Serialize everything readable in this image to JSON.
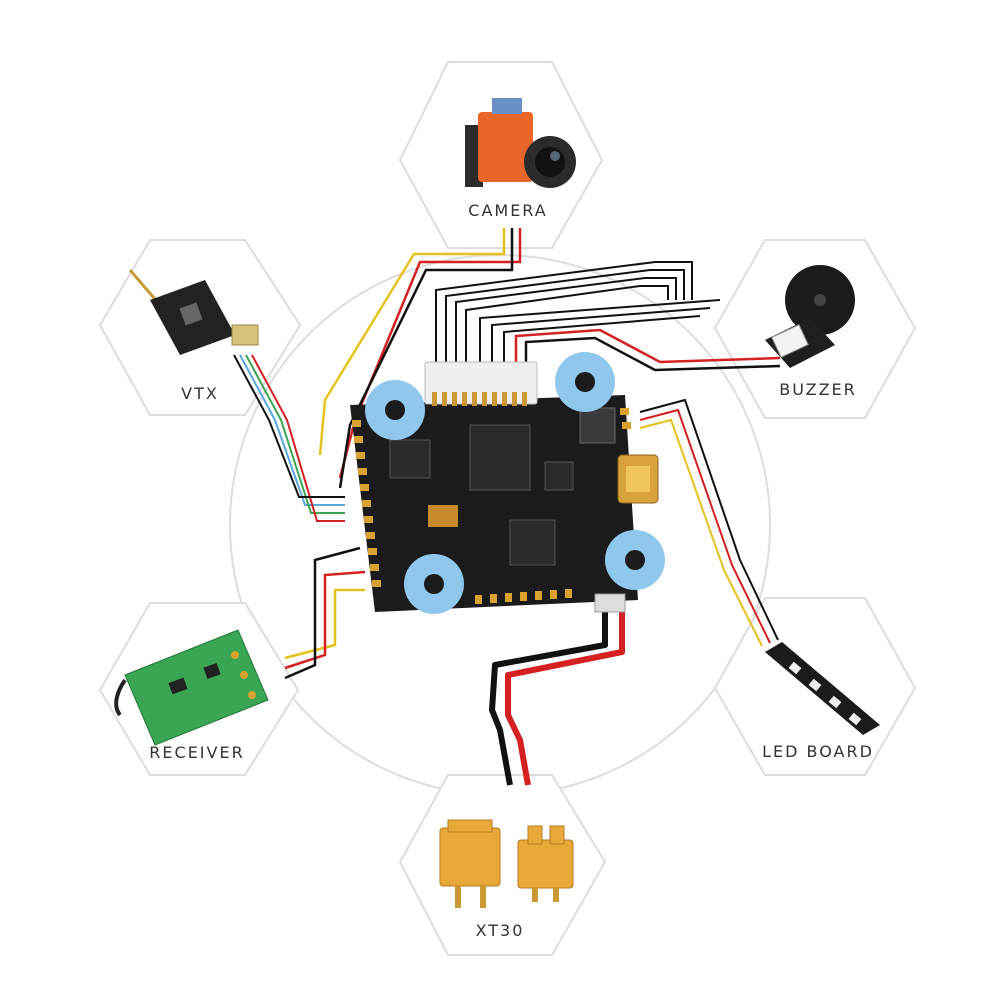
{
  "labels": {
    "camera": "CAMERA",
    "vtx": "VTX",
    "buzzer": "BUZZER",
    "receiver": "RECEIVER",
    "led_board": "LED BOARD",
    "xt30": "XT30"
  },
  "colors": {
    "hex_outline": "#dddddd",
    "board": "#1b1b1b",
    "pad": "#d9a12e",
    "mount": "#8fc8ec",
    "wire_black": "#111111",
    "wire_red": "#d42020",
    "wire_yellow": "#e5c21e",
    "wire_blue": "#58a8e0",
    "camera_orange": "#e8662a",
    "receiver_green": "#3aa552",
    "xt30_yellow": "#e8a93a"
  },
  "components": [
    {
      "id": "camera",
      "icon": "camera-icon"
    },
    {
      "id": "vtx",
      "icon": "vtx-module-icon"
    },
    {
      "id": "buzzer",
      "icon": "buzzer-icon"
    },
    {
      "id": "receiver",
      "icon": "receiver-icon"
    },
    {
      "id": "led_board",
      "icon": "led-board-icon"
    },
    {
      "id": "xt30",
      "icon": "xt30-connector-icon"
    }
  ]
}
